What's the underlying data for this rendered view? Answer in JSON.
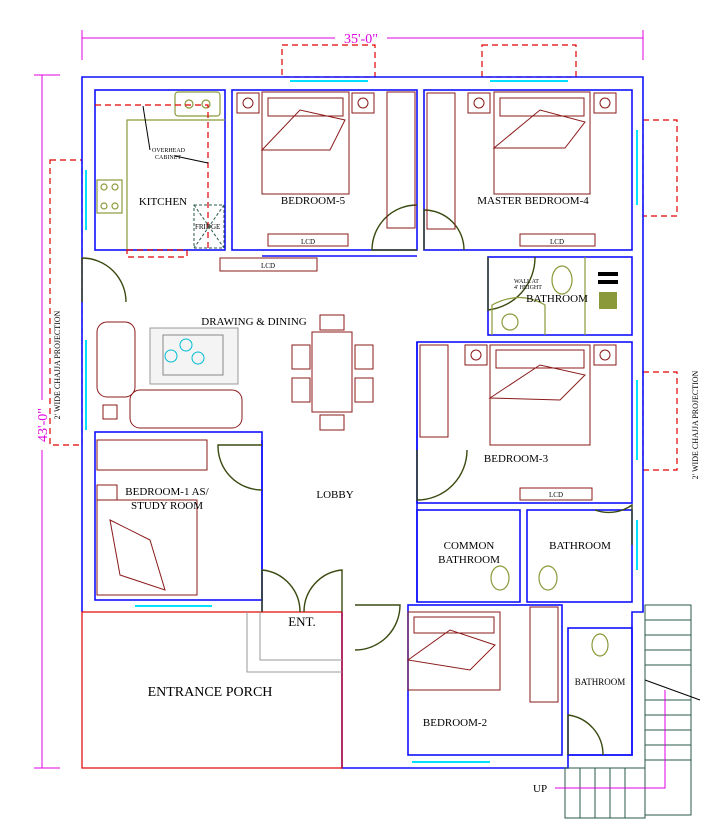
{
  "dimensions": {
    "width": "35'-0\"",
    "height": "43'-0\""
  },
  "projections": {
    "left": "2' WIDE CHAJJA PROJECTION",
    "right": "2' WIDE CHAJJA PROJECTION"
  },
  "rooms": {
    "kitchen": "KITCHEN",
    "bedroom5": "BEDROOM-5",
    "master_bedroom": "MASTER BEDROOM-4",
    "bathroom_master": "BATHROOM",
    "drawing_dining": "DRAWING & DINING",
    "bedroom3": "BEDROOM-3",
    "bedroom1_line1": "BEDROOM-1 AS/",
    "bedroom1_line2": "STUDY ROOM",
    "lobby": "LOBBY",
    "common_bathroom_line1": "COMMON",
    "common_bathroom_line2": "BATHROOM",
    "bathroom_b3": "BATHROOM",
    "entrance": "ENT.",
    "entrance_porch": "ENTRANCE PORCH",
    "bedroom2": "BEDROOM-2",
    "bathroom_b2": "BATHROOM"
  },
  "annotations": {
    "overhead_cabinet_1": "OVERHEAD",
    "overhead_cabinet_2": "CABINET",
    "fridge": "FRIDGE",
    "lcd": "LCD",
    "wall_note_1": "WALL AT",
    "wall_note_2": "4' HEIGHT",
    "stairs_up": "UP"
  }
}
